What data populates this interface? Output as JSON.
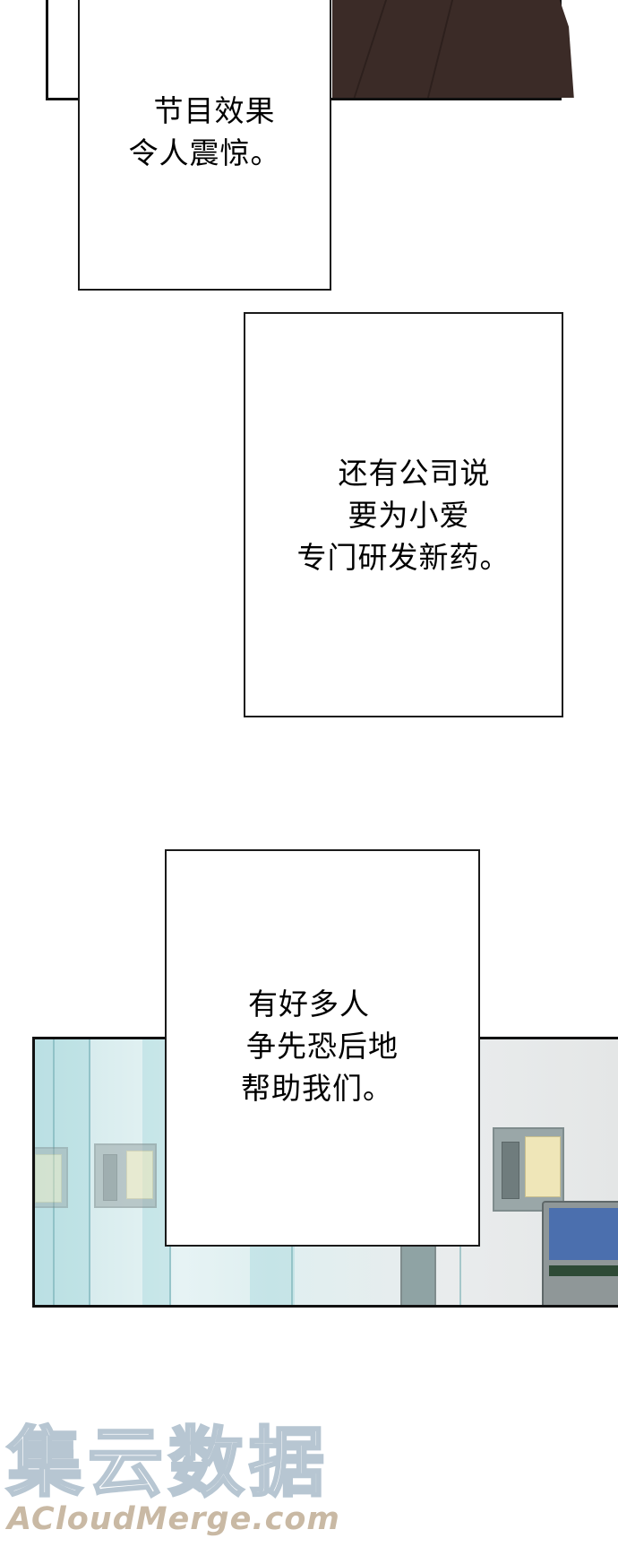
{
  "comic": {
    "panels": [
      {
        "id": "top-panel",
        "description": "dark brown figure silhouette (clothing) at top of page"
      },
      {
        "id": "scene-panel",
        "description": "hospital corridor with glass partitions, wall-mounted panels with notices, and a medical device"
      }
    ],
    "captions": [
      {
        "id": "caption-1",
        "lines": [
          "节目效果",
          "令人震惊。"
        ]
      },
      {
        "id": "caption-2",
        "lines": [
          "还有公司说",
          "要为小爱",
          "专门研发新药。"
        ]
      },
      {
        "id": "caption-3",
        "lines": [
          "有好多人",
          "争先恐后地",
          "帮助我们。"
        ]
      }
    ]
  },
  "watermark": {
    "chinese": "集云数据",
    "english": "ACloudMerge.com"
  },
  "colors": {
    "panel_border": "#111111",
    "figure_fill": "#3b2b27",
    "glass_tint": "#cfe8ea",
    "wall": "#e4e6e6",
    "notice": "#efe6b8",
    "watermark_cn_outline": "#b7c6d2",
    "watermark_en": "#c9b9a4"
  }
}
